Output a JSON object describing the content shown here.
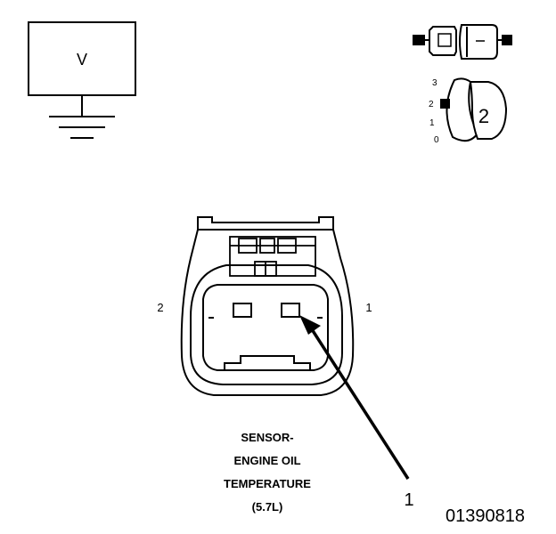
{
  "voltmeter": {
    "symbol": "V"
  },
  "probe_settings": {
    "scale_labels": [
      "3",
      "2",
      "1",
      "0"
    ],
    "selected_setting": "2"
  },
  "connector": {
    "pin_labels": {
      "left": "2",
      "right": "1"
    },
    "callout_number": "1"
  },
  "caption": {
    "line1": "SENSOR-",
    "line2": "ENGINE OIL",
    "line3": "TEMPERATURE",
    "line4": "(5.7L)"
  },
  "figure_id": "01390818"
}
